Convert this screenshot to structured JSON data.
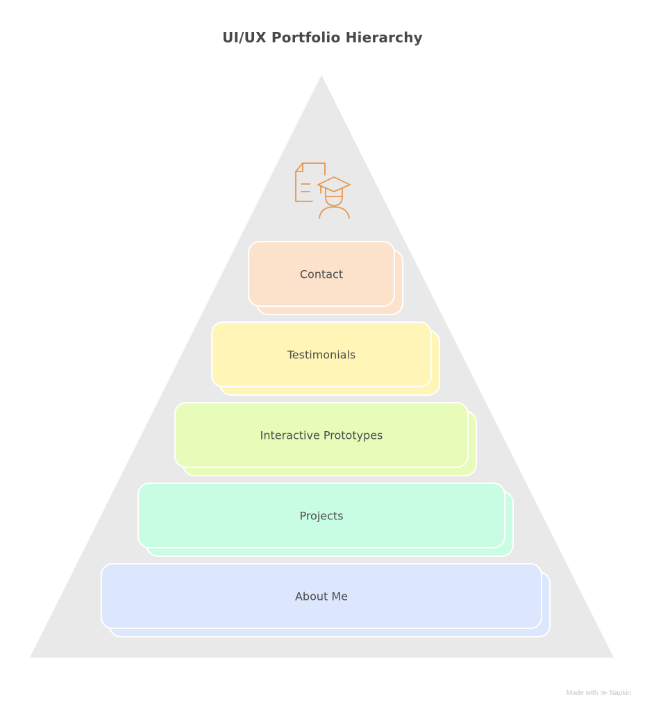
{
  "title": "UI/UX Portfolio Hierarchy",
  "diagram": {
    "type": "pyramid",
    "background_color": "#e9e9e9",
    "apex_icon": {
      "name": "document-graduate-icon",
      "color": "#e8974a"
    },
    "layers": [
      {
        "label": "Contact",
        "color": "#fde2cb"
      },
      {
        "label": "Testimonials",
        "color": "#fef5b6"
      },
      {
        "label": "Interactive Prototypes",
        "color": "#e7fcb8"
      },
      {
        "label": "Projects",
        "color": "#c8fde3"
      },
      {
        "label": "About Me",
        "color": "#dce7fd"
      }
    ]
  },
  "footer": {
    "made_with": "Made with",
    "brand": "Napkin",
    "brand_icon": "napkin-logo-icon"
  }
}
